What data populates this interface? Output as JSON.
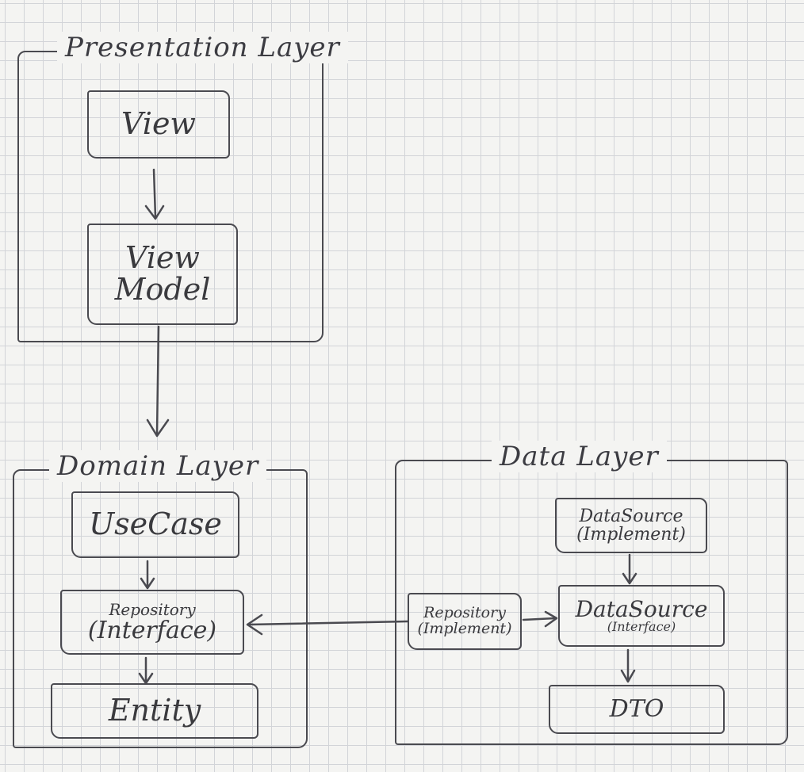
{
  "presentation_layer": {
    "title": "Presentation Layer",
    "view": "View",
    "view_model_line1": "View",
    "view_model_line2": "Model"
  },
  "domain_layer": {
    "title": "Domain Layer",
    "use_case": "UseCase",
    "repository_line1": "Repository",
    "repository_line2": "(Interface)",
    "entity": "Entity"
  },
  "data_layer": {
    "title": "Data Layer",
    "datasource_impl_line1": "DataSource",
    "datasource_impl_line2": "(Implement)",
    "repository_impl_line1": "Repository",
    "repository_impl_line2": "(Implement)",
    "datasource_interface_line1": "DataSource",
    "datasource_interface_line2": "(Interface)",
    "dto": "DTO"
  },
  "colors": {
    "ink": "#4a4a50",
    "paper": "#f4f4f2",
    "grid": "#d2d4d8"
  }
}
